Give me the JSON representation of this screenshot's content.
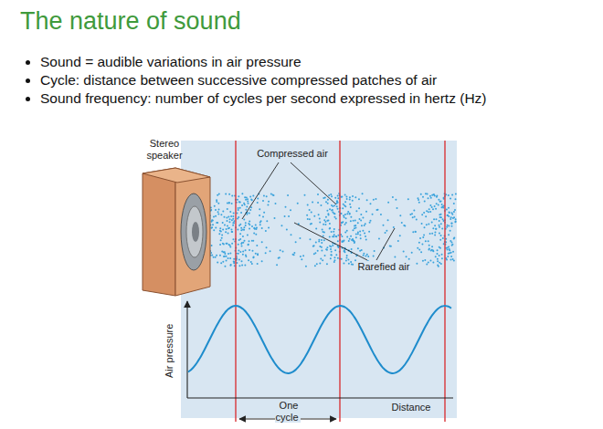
{
  "diagram": {
    "title": "The nature of sound",
    "labels": [
      "Sound = audible variations in air pressure",
      "Cycle: distance between successive compressed patches of air",
      "Sound frequency: number of cycles per second expressed in hertz (Hz)",
      "Stereo speaker",
      "Compressed air",
      "Rarefied air",
      "Air pressure",
      "One cycle",
      "Distance"
    ]
  }
}
